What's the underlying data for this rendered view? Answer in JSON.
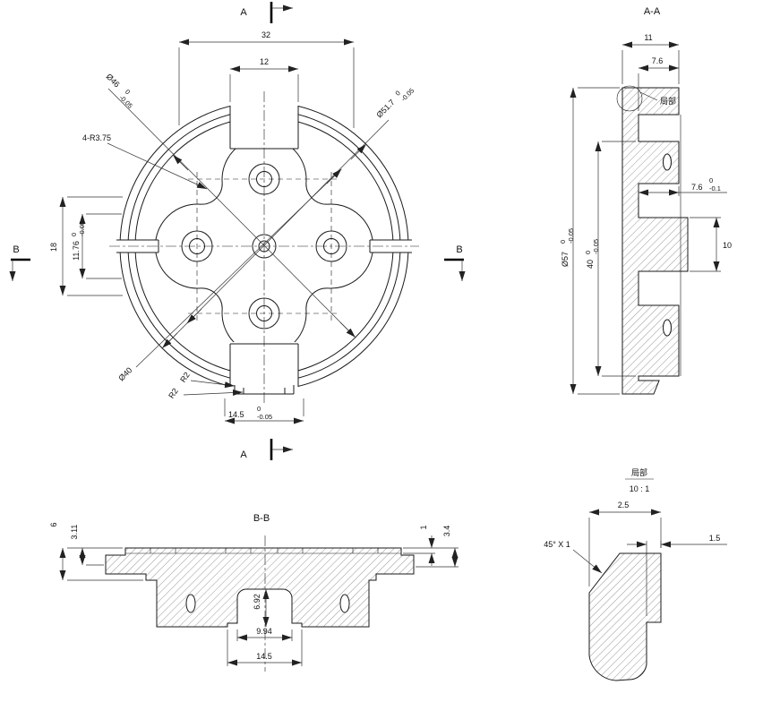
{
  "front_view": {
    "section_marker_a": "A",
    "section_marker_b": "B",
    "dim_32": "32",
    "dim_12": "12",
    "dim_18": "18",
    "dia_46": {
      "v": "Ø46",
      "up": "0",
      "dn": "-0.05"
    },
    "dia_51_7": {
      "v": "Ø51.7",
      "up": "0",
      "dn": "-0.05"
    },
    "dim_11_76": {
      "v": "11.76",
      "up": "0",
      "dn": "-0.05"
    },
    "radius_note": "4-R3.75",
    "dia_40": "Ø40",
    "radius_r2": "R2",
    "dim_14_5": {
      "v": "14.5",
      "up": "0",
      "dn": "-0.05"
    }
  },
  "section_aa": {
    "title": "A-A",
    "dim_11": "11",
    "dim_7_6": "7.6",
    "detail_callout": "局部",
    "dia_57": {
      "v": "Ø57",
      "up": "0",
      "dn": "-0.05"
    },
    "dim_40": {
      "v": "40",
      "up": "0",
      "dn": "-0.05"
    },
    "dim_7_6_depth": {
      "v": "7.6",
      "up": "0",
      "dn": "-0.1"
    },
    "dim_10": "10"
  },
  "section_bb": {
    "title": "B-B",
    "dim_6": "6",
    "dim_3_11": "3.11",
    "dim_1": "1",
    "dim_3_4": "3.4",
    "dim_6_92": "6.92",
    "dim_9_94": "9.94",
    "dim_14_5": "14.5"
  },
  "detail_view": {
    "title": "局部",
    "scale": "10 : 1",
    "dim_2_5": "2.5",
    "dim_1_5": "1.5",
    "chamfer_note": "45° X 1"
  }
}
